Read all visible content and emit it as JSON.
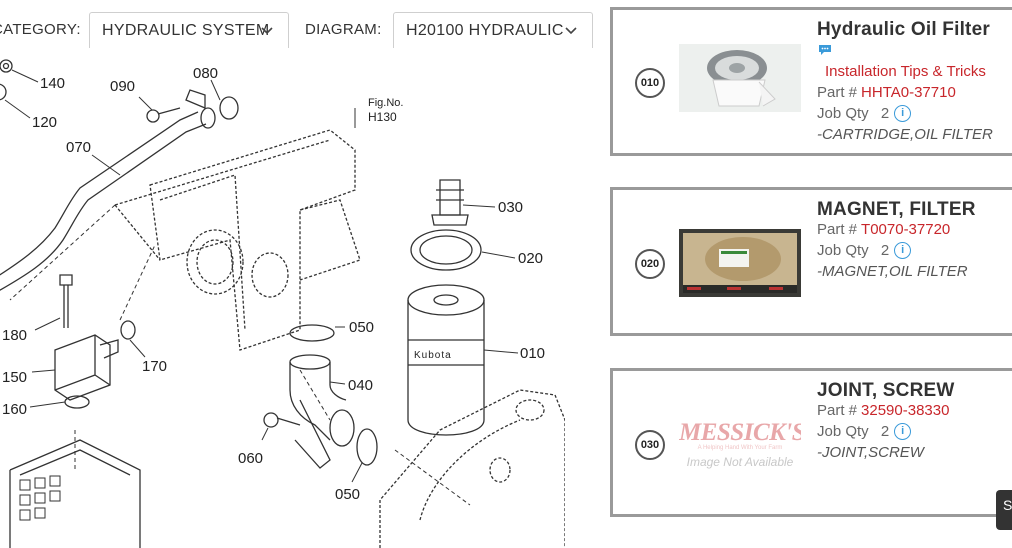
{
  "filters": {
    "category_label": "CATEGORY:",
    "category_value": "HYDRAULIC SYSTEM",
    "diagram_label": "DIAGRAM:",
    "diagram_value": "H20100 HYDRAULIC"
  },
  "diagram": {
    "fig_no_label": "Fig.No.",
    "fig_ref": "H130",
    "brand_text": "Kubota",
    "callouts": [
      "140",
      "120",
      "090",
      "080",
      "070",
      "030",
      "020",
      "180",
      "050",
      "010",
      "170",
      "150",
      "040",
      "160",
      "060",
      "050"
    ]
  },
  "parts": [
    {
      "ref": "010",
      "title": "Hydraulic Oil Filter",
      "tips_label": "Installation Tips & Tricks",
      "part_label": "Part #",
      "part_number": "HHTA0-37710",
      "qty_label": "Job Qty",
      "qty": "2",
      "description": "-CARTRIDGE,OIL FILTER",
      "image_icon": "oil-filter-photo"
    },
    {
      "ref": "020",
      "title": "MAGNET, FILTER",
      "part_label": "Part #",
      "part_number": "T0070-37720",
      "qty_label": "Job Qty",
      "qty": "2",
      "description": "-MAGNET,OIL FILTER",
      "image_icon": "magnet-package-photo"
    },
    {
      "ref": "030",
      "title": "JOINT, SCREW",
      "part_label": "Part #",
      "part_number": "32590-38330",
      "qty_label": "Job Qty",
      "qty": "2",
      "description": "-JOINT,SCREW",
      "image_icon": "image-not-available",
      "placeholder_brand": "MESSICK'S",
      "placeholder_tagline": "A Helping Hand With Your Farm",
      "placeholder_text": "Image Not Available"
    }
  ],
  "side_tab_label": "S",
  "colors": {
    "accent_red": "#c8262b",
    "info_blue": "#3a9ad9",
    "card_border": "#9a9a9a"
  }
}
